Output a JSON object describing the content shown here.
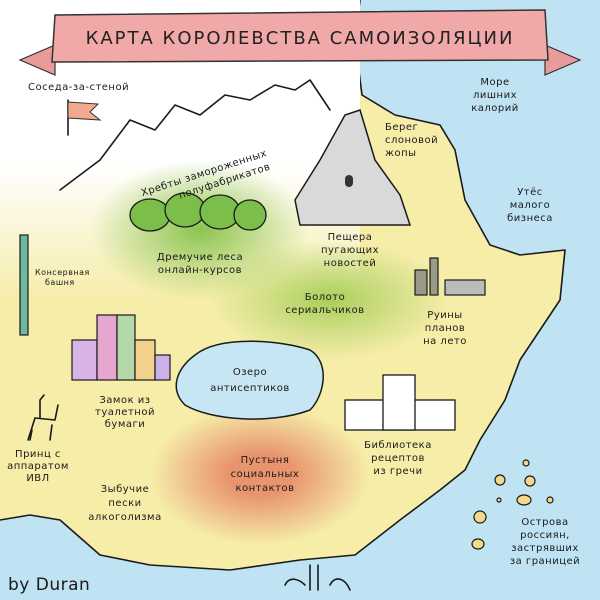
{
  "title": "КАРТА КОРОЛЕВСТВА САМОИЗОЛЯЦИИ",
  "signature": "by Duran",
  "colors": {
    "sea": "#bfe3f2",
    "land": "#f6eda9",
    "banner": "#f1a8a8",
    "forest": "#9dcc5e",
    "swamp": "#b8d66a",
    "desert": "#eca07a",
    "lake": "#c6e6f3"
  },
  "places": {
    "neighbor": [
      "Соседа-за-стеной"
    ],
    "mountains": [
      "Хребты замороженных",
      "полуфабрикатов"
    ],
    "sea": [
      "Море",
      "лишних",
      "калорий"
    ],
    "coast": [
      "Берег",
      "слоновой",
      "жопы"
    ],
    "cliff": [
      "Утёс",
      "малого",
      "бизнеса"
    ],
    "cave": [
      "Пещера",
      "пугающих",
      "новостей"
    ],
    "forest": [
      "Дремучие леса",
      "онлайн-курсов"
    ],
    "tower": [
      "Консервная",
      "башня"
    ],
    "swamp": [
      "Болото",
      "сериальчиков"
    ],
    "ruins": [
      "Руины",
      "планов",
      "на лето"
    ],
    "castle": [
      "Замок из",
      "туалетной",
      "бумаги"
    ],
    "lake": [
      "Озеро",
      "антисептиков"
    ],
    "library": [
      "Библиотека",
      "рецептов",
      "из гречи"
    ],
    "prince": [
      "Принц с",
      "аппаратом",
      "ИВЛ"
    ],
    "sands": [
      "Зыбучие",
      "пески",
      "алкоголизма"
    ],
    "desert": [
      "Пустыня",
      "социальных",
      "контактов"
    ],
    "islands": [
      "Острова",
      "россиян,",
      "застрявших",
      "за границей"
    ]
  }
}
